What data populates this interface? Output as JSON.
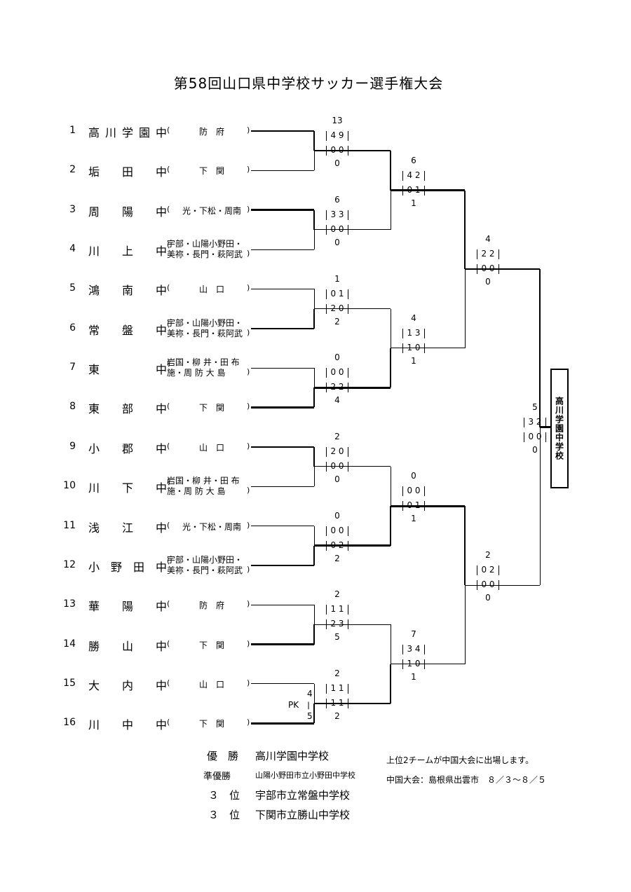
{
  "title": "第58回山口県中学校サッカー選手権大会",
  "teams": [
    {
      "num": "1",
      "name": "高川学園中",
      "region": "防　府"
    },
    {
      "num": "2",
      "name": "垢　田　中",
      "region": "下　関"
    },
    {
      "num": "3",
      "name": "周　陽　中",
      "region": "光・下松・周南"
    },
    {
      "num": "4",
      "name": "川　上　中",
      "region": "宇部・山陽小野田・\n美祢・長門・萩阿武"
    },
    {
      "num": "5",
      "name": "鴻　南　中",
      "region": "山　口"
    },
    {
      "num": "6",
      "name": "常　盤　中",
      "region": "宇部・山陽小野田・\n美祢・長門・萩阿武"
    },
    {
      "num": "7",
      "name": "東　　　中",
      "region": "岩国・柳 井・田 布\n施・周 防 大 島"
    },
    {
      "num": "8",
      "name": "東　部　中",
      "region": "下　関"
    },
    {
      "num": "9",
      "name": "小　郡　中",
      "region": "山　口"
    },
    {
      "num": "10",
      "name": "川　下　中",
      "region": "岩国・柳 井・田 布\n施・周 防 大 島"
    },
    {
      "num": "11",
      "name": "浅　江　中",
      "region": "光・下松・周南"
    },
    {
      "num": "12",
      "name": "小野田中",
      "region": "宇部・山陽小野田・\n美祢・長門・萩阿武"
    },
    {
      "num": "13",
      "name": "華　陽　中",
      "region": "防　府"
    },
    {
      "num": "14",
      "name": "勝　山　中",
      "region": "下　関"
    },
    {
      "num": "15",
      "name": "大　内　中",
      "region": "山　口"
    },
    {
      "num": "16",
      "name": "川　中　中",
      "region": "下　関"
    }
  ],
  "round1": [
    {
      "top_total": "13",
      "top_half": "4 9",
      "bot_half": "0 0",
      "bot_total": "0"
    },
    {
      "top_total": "6",
      "top_half": "3 3",
      "bot_half": "0 0",
      "bot_total": "0"
    },
    {
      "top_total": "1",
      "top_half": "0 1",
      "bot_half": "2 0",
      "bot_total": "2"
    },
    {
      "top_total": "0",
      "top_half": "0 0",
      "bot_half": "2 2",
      "bot_total": "4"
    },
    {
      "top_total": "2",
      "top_half": "2 0",
      "bot_half": "0 0",
      "bot_total": "0"
    },
    {
      "top_total": "0",
      "top_half": "0 0",
      "bot_half": "0 2",
      "bot_total": "2"
    },
    {
      "top_total": "2",
      "top_half": "1 1",
      "bot_half": "2 3",
      "bot_total": "5"
    },
    {
      "top_total": "2",
      "top_half": "1 1",
      "bot_half": "1 1",
      "bot_total": "2"
    }
  ],
  "pk": {
    "label": "PK",
    "top": "4",
    "sep": "|",
    "bottom": "5"
  },
  "round2": [
    {
      "top_total": "6",
      "top_half": "4 2",
      "bot_half": "0 1",
      "bot_total": "1"
    },
    {
      "top_total": "4",
      "top_half": "1 3",
      "bot_half": "1 0",
      "bot_total": "1"
    },
    {
      "top_total": "0",
      "top_half": "0 0",
      "bot_half": "0 1",
      "bot_total": "1"
    },
    {
      "top_total": "7",
      "top_half": "3 4",
      "bot_half": "1 0",
      "bot_total": "1"
    }
  ],
  "semis": [
    {
      "top_total": "4",
      "top_half": "2 2",
      "bot_half": "0 0",
      "bot_total": "0"
    },
    {
      "top_total": "2",
      "top_half": "0 2",
      "bot_half": "0 0",
      "bot_total": "0"
    }
  ],
  "final": {
    "top_total": "5",
    "top_half": "3 2",
    "bot_half": "0 0",
    "bot_total": "0"
  },
  "champion_box": "高川学園中学校",
  "results": [
    {
      "label": "優　勝",
      "value": "高川学園中学校"
    },
    {
      "label": "準優勝",
      "value": "山陽小野田市立小野田中学校"
    },
    {
      "label": "３　位",
      "value": "宇部市立常盤中学校"
    },
    {
      "label": "３　位",
      "value": "下関市立勝山中学校"
    }
  ],
  "notes": {
    "line1": "上位2チームが中国大会に出場します。",
    "line2": "中国大会：島根県出雲市　８／３～８／５"
  }
}
